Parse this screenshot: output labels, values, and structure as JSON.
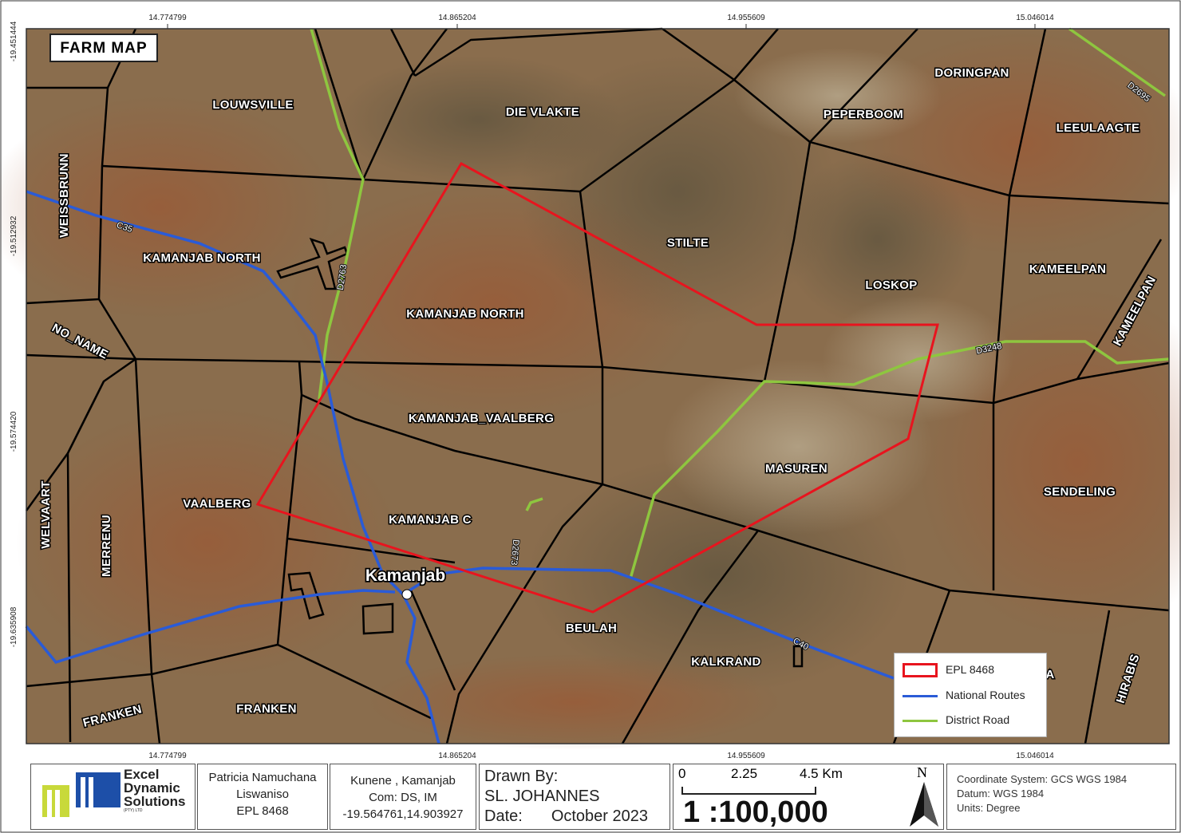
{
  "title": "FARM  MAP",
  "ticks": {
    "top": [
      "14.774799",
      "14.865204",
      "14.955609",
      "15.046014"
    ],
    "bottom": [
      "14.774799",
      "14.865204",
      "14.955609",
      "15.046014"
    ],
    "left": [
      "-19.451444",
      "-19.512932",
      "-19.574420",
      "-19.635908"
    ]
  },
  "farms": {
    "louwsville": "LOUWSVILLE",
    "die_vlakte": "DIE VLAKTE",
    "doringpan": "DORINGPAN",
    "peperboom": "PEPERBOOM",
    "leeulaagte": "LEEULAAGTE",
    "weissbrunn": "WEISSBRUNN",
    "kamanjab_north_w": "KAMANJAB NORTH",
    "kamanjab_north_c": "KAMANJAB NORTH",
    "stilte": "STILTE",
    "loskop": "LOSKOP",
    "kameelpan_h": "KAMEELPAN",
    "kameelpan_v": "KAMEELPAN",
    "no_name": "NO_NAME",
    "kamanjab_vaalberg": "KAMANJAB_VAALBERG",
    "masuren": "MASUREN",
    "sendeling": "SENDELING",
    "welvaart": "WELVAART",
    "vaalberg": "VAALBERG",
    "kamanjab_c": "KAMANJAB C",
    "merrenu": "MERRENU",
    "beulah": "BEULAH",
    "kalkrand": "KALKRAND",
    "hirabis": "HIRABIS",
    "franken_w": "FRANKEN",
    "franken_c": "FRANKEN",
    "a_partial": "A"
  },
  "roads": {
    "c35": "C35",
    "d2763": "D2763",
    "d3248": "D3248",
    "d2695": "D2695",
    "d2673": "D2673",
    "c40": "C40"
  },
  "town": "Kamanjab",
  "legend": {
    "epl": "EPL 8468",
    "national": "National Routes",
    "district": "District Road"
  },
  "colors": {
    "epl": "#e8141e",
    "national": "#2a5bd7",
    "district": "#8ec63f",
    "boundary": "#000000"
  },
  "footer": {
    "logo": {
      "line1": "Excel",
      "line2": "Dynamic",
      "line3": "Solutions",
      "line4": "(PTY) LTD"
    },
    "client": {
      "name1": "Patricia Namuchana",
      "name2": "Liswaniso",
      "epl": "EPL 8468"
    },
    "location": {
      "line1": "Kunene , Kamanjab",
      "line2": "Com: DS, IM",
      "coords": "-19.564761,14.903927"
    },
    "drawn": {
      "label": "Drawn By:",
      "name": "SL. JOHANNES",
      "date_label": "Date:",
      "date": "October 2023"
    },
    "scale": {
      "t0": "0",
      "t1": "2.25",
      "t2": "4.5 Km",
      "ratio": "1 :100,000",
      "north": "N"
    },
    "coord_sys": {
      "line1": "Coordinate System: GCS WGS 1984",
      "line2": "Datum: WGS 1984",
      "line3": "Units: Degree"
    }
  }
}
